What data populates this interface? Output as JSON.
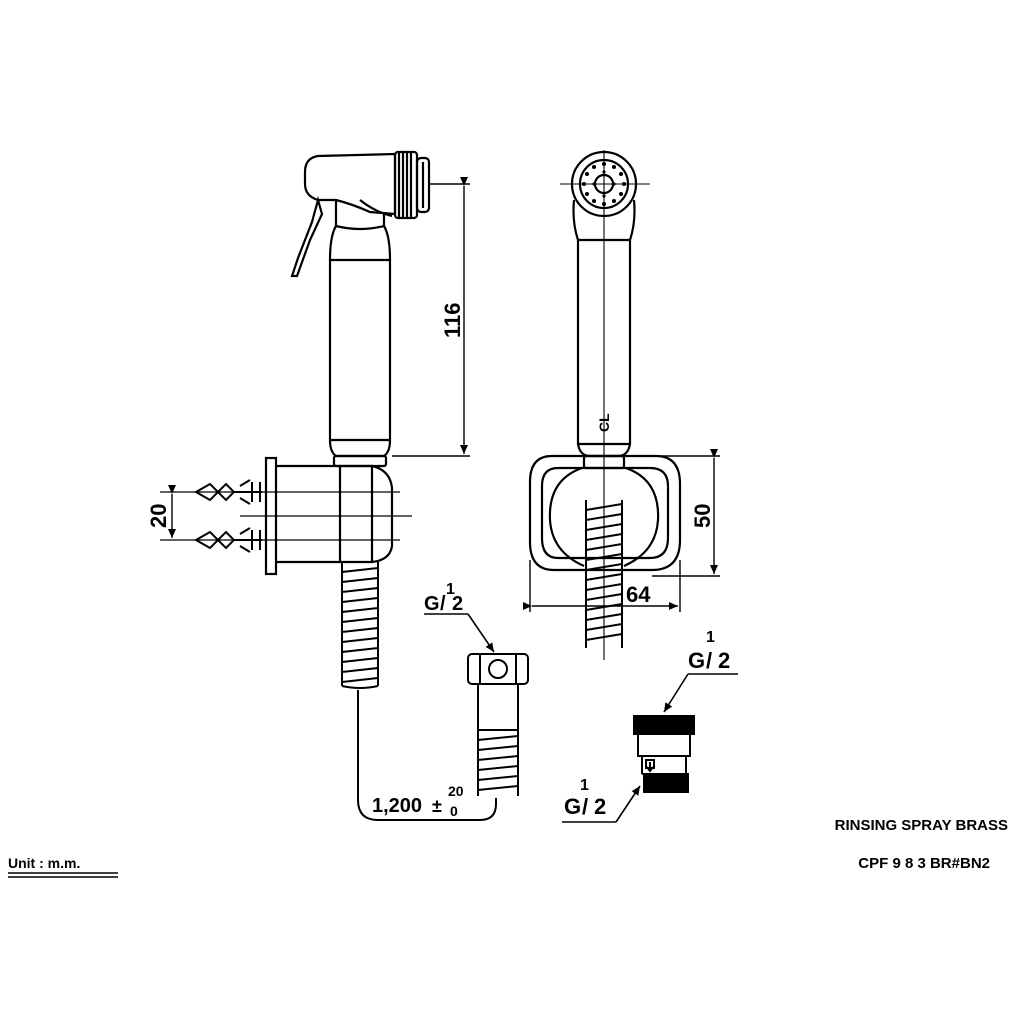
{
  "drawing": {
    "product_name": "RINSING SPRAY BRASS",
    "model_code": "CPF 9 8 3 BR#BN2",
    "unit_label": "Unit : m.m."
  },
  "dimensions": {
    "height_handset": "116",
    "bracket_spacing": "20",
    "holder_height": "50",
    "holder_width": "64",
    "hose_length": "1,200",
    "hose_tol_plus": "20",
    "hose_tol_minus": "0",
    "tol_sign": "+-"
  },
  "threads": {
    "hose_end": {
      "num": "1",
      "prefix": "G",
      "den": "2"
    },
    "adapter_top": {
      "num": "1",
      "prefix": "G",
      "den": "2"
    },
    "adapter_bottom": {
      "num": "1",
      "prefix": "G",
      "den": "2"
    }
  },
  "centerline_mark": "CL"
}
